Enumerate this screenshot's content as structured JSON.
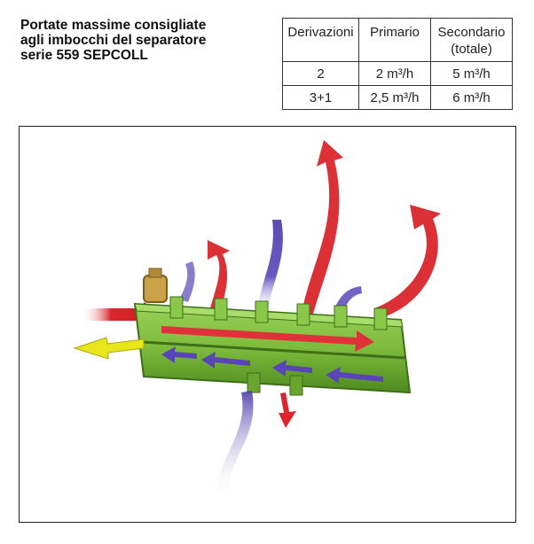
{
  "heading": {
    "line1": "Portate massime consigliate",
    "line2": "agli imbocchi del separatore",
    "line3": "serie 559 SEPCOLL"
  },
  "table": {
    "headers": [
      "Derivazioni",
      "Primario",
      "Secondario"
    ],
    "header_sub": "(totale)",
    "rows": [
      [
        "2",
        "2 m³/h",
        "5 m³/h"
      ],
      [
        "3+1",
        "2,5 m³/h",
        "6 m³/h"
      ]
    ]
  },
  "figure": {
    "colors": {
      "hot": "#d9252b",
      "cold": "#5a45b8",
      "body": "#7dbb3c",
      "outlet": "#e8e51a",
      "valve": "#c9a24a"
    }
  }
}
